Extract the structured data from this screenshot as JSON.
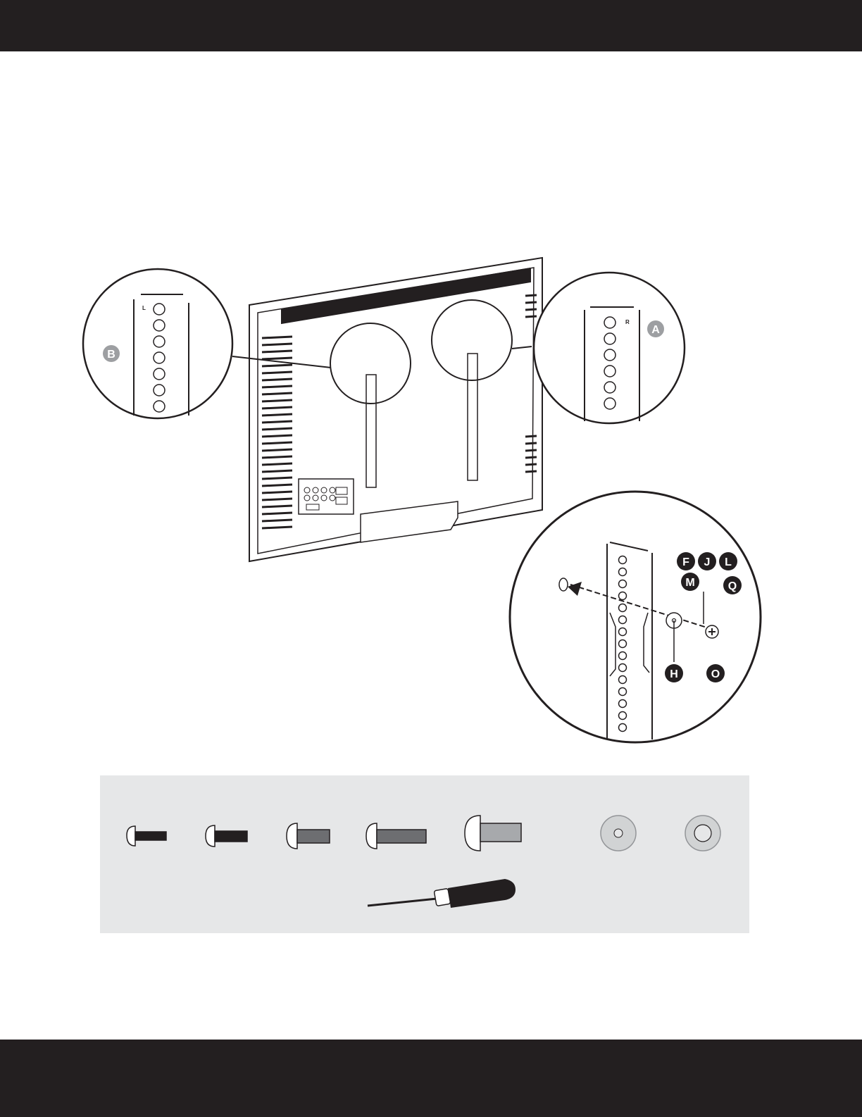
{
  "callouts": {
    "left_side_mark": "L",
    "right_side_mark": "R",
    "bracket_right": "A",
    "bracket_left": "B",
    "hardware": [
      "F",
      "J",
      "L",
      "M",
      "Q"
    ],
    "washer": "H",
    "spacer": "O"
  },
  "colors": {
    "bars": "#231f20",
    "panel": "#e6e7e8",
    "badge_gray": "#9d9fa2",
    "badge_black": "#231f20"
  },
  "parts": [
    "screw-m4x12",
    "screw-m5x12",
    "screw-m6x12",
    "screw-m6x20",
    "screw-m8x20",
    "washer-small",
    "washer-large",
    "screwdriver"
  ]
}
